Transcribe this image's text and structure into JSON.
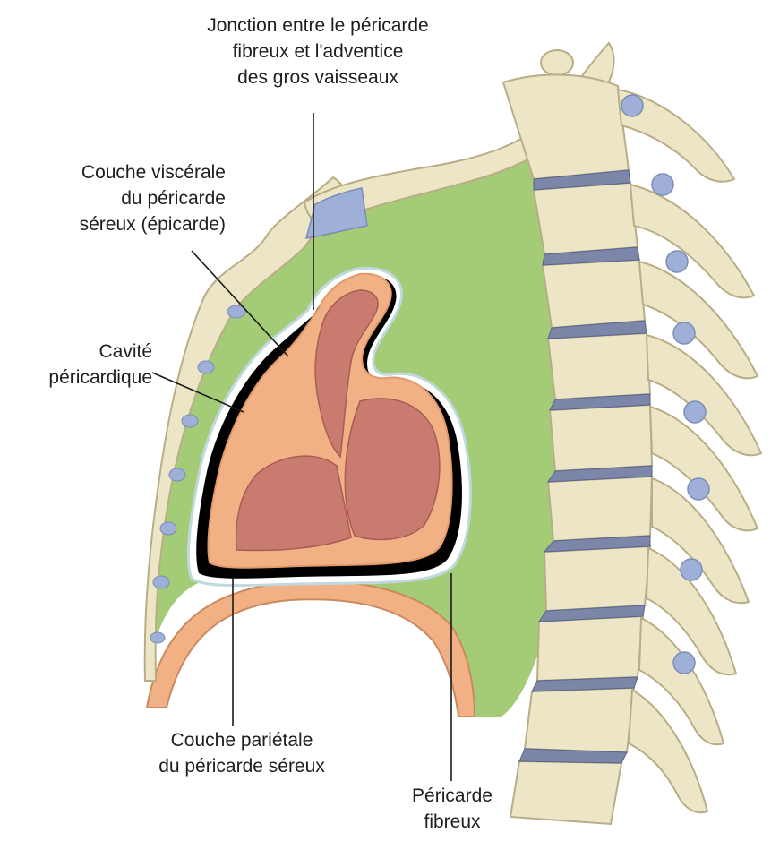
{
  "labels": {
    "junction": {
      "line1": "Jonction entre le péricarde",
      "line2": "fibreux et l'adventice",
      "line3": "des gros vaisseaux"
    },
    "visceral_layer": {
      "line1": "Couche viscérale",
      "line2": "du péricarde",
      "line3": "séreux (épicarde)"
    },
    "cavity": {
      "line1": "Cavité",
      "line2": "péricardique"
    },
    "parietal_layer": {
      "line1": "Couche pariétale",
      "line2": "du péricarde séreux"
    },
    "fibrous": {
      "line1": "Péricarde",
      "line2": "fibreux"
    }
  },
  "colors": {
    "mediastinum": "#a4cc76",
    "bone": "#ede6c6",
    "bone_shadow": "#b9ad86",
    "disc": "#7b86a8",
    "cartilage": "#9fb0d8",
    "pericardium": "#f2b184",
    "heart": "#c97b70",
    "cavity": "#000000",
    "leader": "#1a1a1a"
  }
}
